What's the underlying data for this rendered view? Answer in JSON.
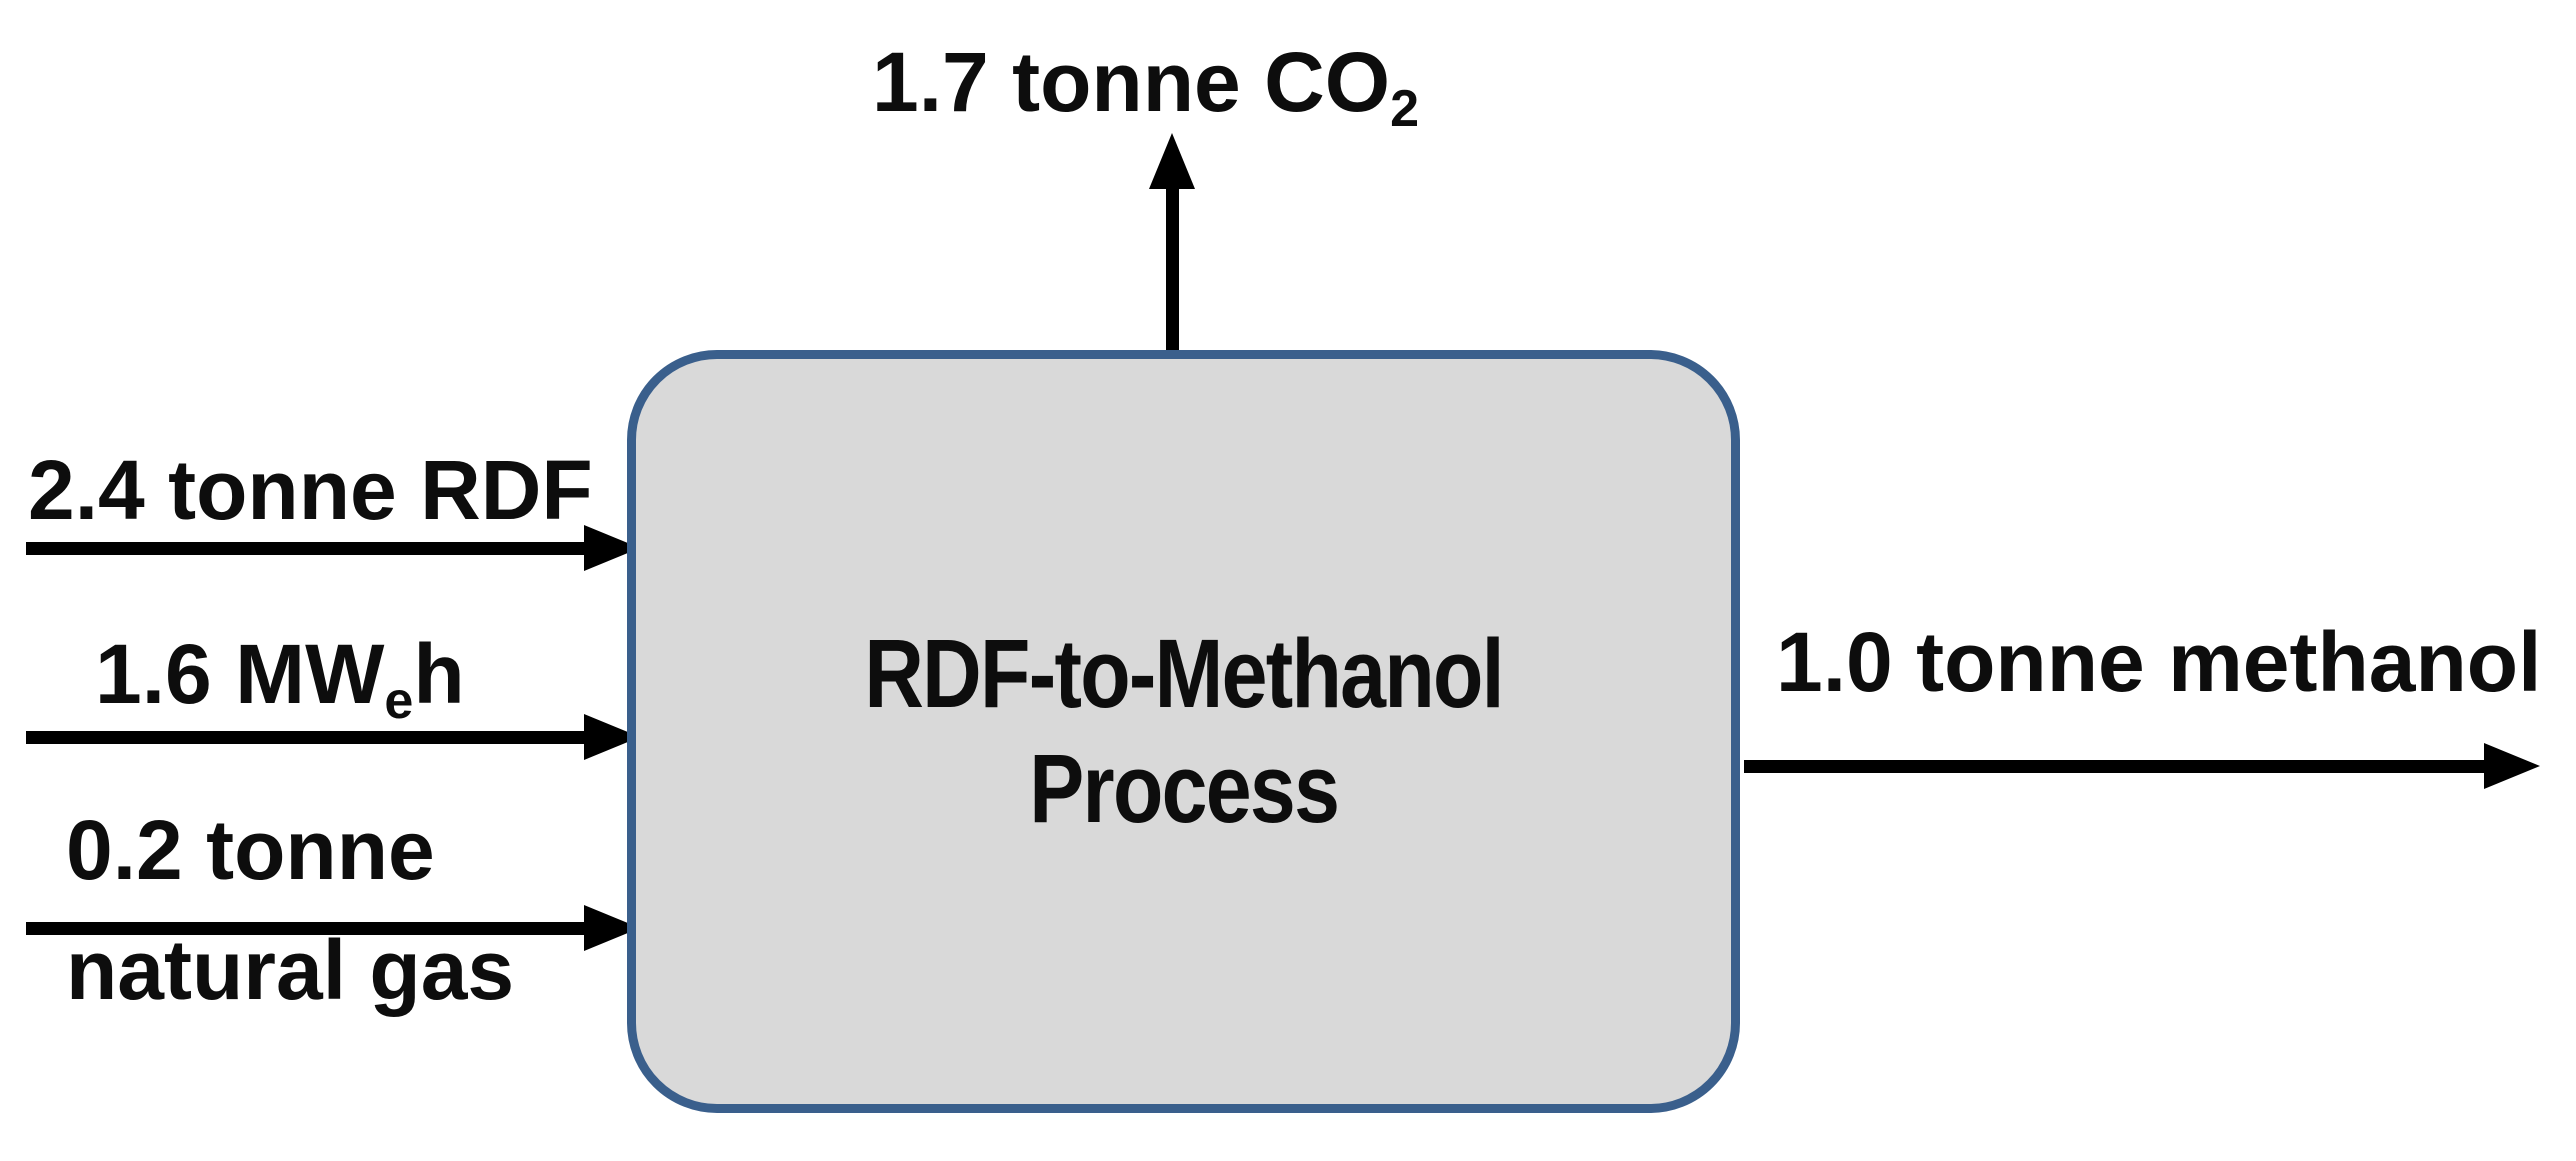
{
  "diagram": {
    "background_color": "#ffffff",
    "process_box": {
      "title_line1": "RDF-to-Methanol",
      "title_line2": "Process",
      "fill_color": "#d9d9d9",
      "border_color": "#3a5f8c"
    },
    "inputs": {
      "rdf": {
        "label": "2.4 tonne RDF"
      },
      "electricity": {
        "prefix": "1.6 MW",
        "subscript": "e",
        "suffix": "h"
      },
      "natural_gas": {
        "line1": "0.2 tonne",
        "line2": "natural gas"
      }
    },
    "outputs": {
      "co2": {
        "prefix": "1.7 tonne CO",
        "subscript": "2"
      },
      "methanol": {
        "label": "1.0 tonne methanol"
      }
    },
    "arrow_color": "#000000",
    "text_color": "#0d0d0d"
  }
}
